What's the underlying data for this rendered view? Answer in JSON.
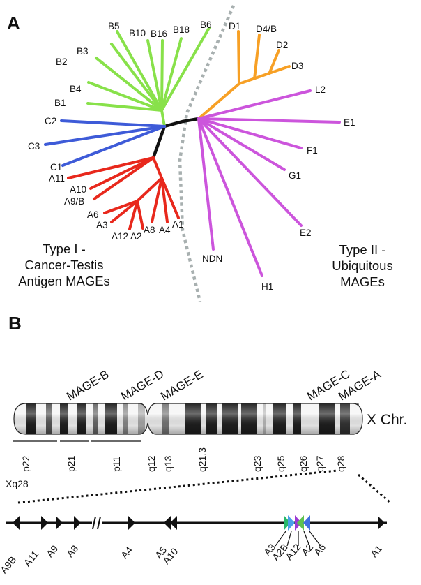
{
  "panel_a": {
    "letter": "A",
    "type1_label": [
      "Type I -",
      "Cancer-Testis",
      "Antigen MAGEs"
    ],
    "type2_label": [
      "Type II -",
      "Ubiquitous",
      "MAGEs"
    ],
    "leaves": {
      "green": [
        "B1",
        "B2",
        "B3",
        "B4",
        "B5",
        "B10",
        "B16",
        "B18",
        "B6"
      ],
      "blue": [
        "C1",
        "C2",
        "C3"
      ],
      "red": [
        "A11",
        "A10",
        "A9/B",
        "A6",
        "A3",
        "A12",
        "A2",
        "A8",
        "A4",
        "A1"
      ],
      "orange": [
        "D1",
        "D4/B",
        "D2",
        "D3"
      ],
      "magenta": [
        "L2",
        "E1",
        "F1",
        "G1",
        "E2",
        "H1",
        "NDN"
      ]
    },
    "colors": {
      "green": "#88e14a",
      "blue": "#3e5bd8",
      "red": "#e8281c",
      "orange": "#f7a025",
      "magenta": "#cc55dc",
      "stem": "#111111",
      "divider": "#a8b0b0"
    }
  },
  "panel_b": {
    "letter": "B",
    "families": [
      "MAGE-B",
      "MAGE-D",
      "MAGE-E",
      "MAGE-C",
      "MAGE-A"
    ],
    "chromosome_label": "X Chr.",
    "bands": [
      "p22",
      "p21",
      "p11",
      "q12",
      "q13",
      "q21.3",
      "q23",
      "q25",
      "q26",
      "q27",
      "q28"
    ],
    "region_label": "Xq28",
    "genes_left": [
      "A9B",
      "A11",
      "A9",
      "A8",
      "A4",
      "A5",
      "A10"
    ],
    "genes_cluster": [
      "A3",
      "A2B",
      "A12",
      "A2",
      "A6"
    ],
    "gene_right": "A1",
    "cluster_colors": [
      "#27b86a",
      "#4aa0e8",
      "#9c3bd4",
      "#5fc250",
      "#3f6fe0"
    ]
  }
}
